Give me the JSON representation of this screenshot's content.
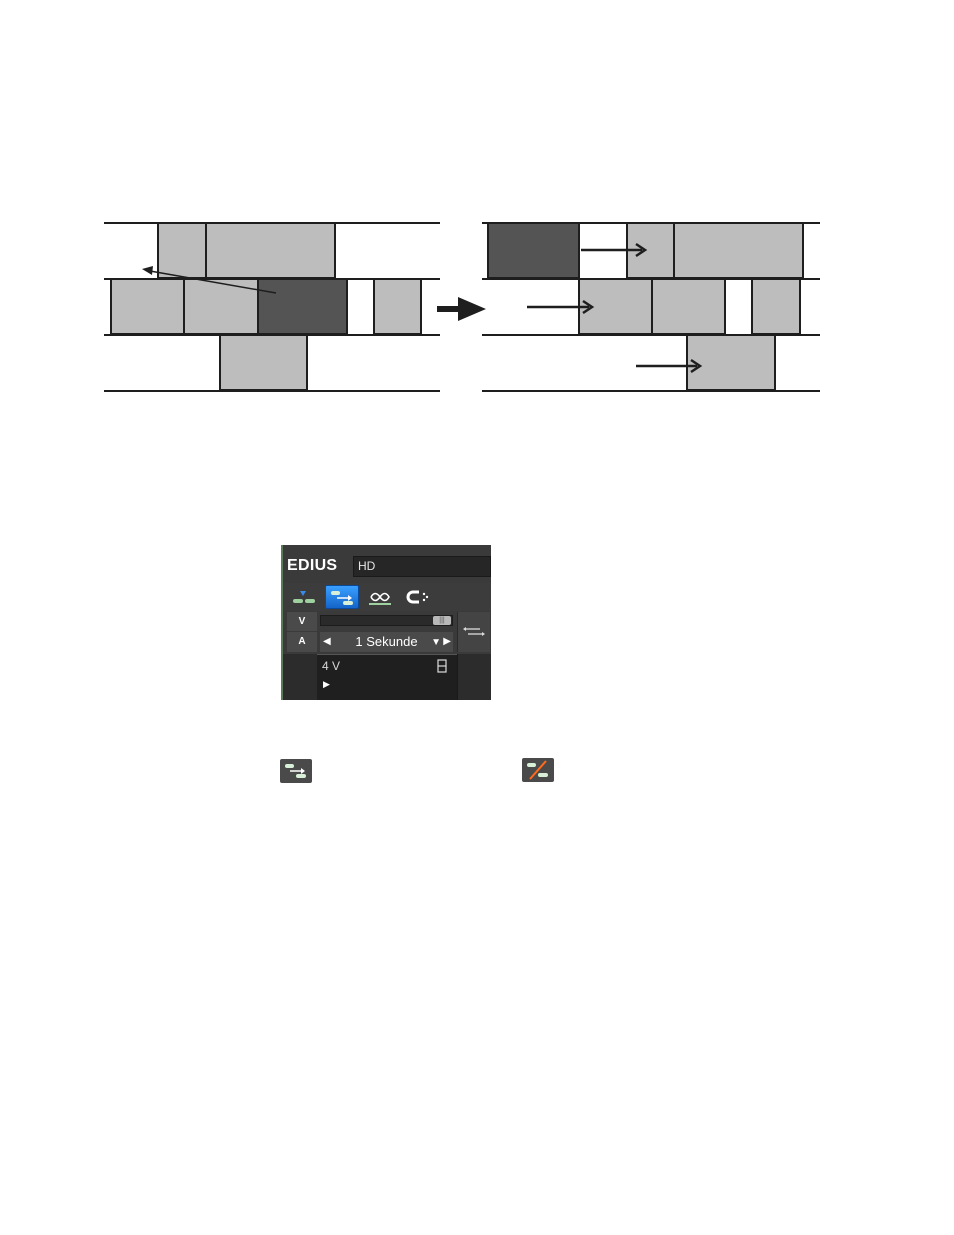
{
  "panel": {
    "logo": "EDIUS",
    "project_field": "HD",
    "toolbar_icons": [
      "track-icon",
      "ripple-icon",
      "loop-icon",
      "magnet-icon"
    ],
    "row_video_label": "V",
    "row_audio_label": "A",
    "timescale": "1 Sekunde",
    "track_name": "4 V"
  },
  "inline_icons": [
    "ripple-mode-on-icon",
    "ripple-mode-off-icon"
  ],
  "colors": {
    "clip_light": "#bdbdbd",
    "clip_dark": "#545454",
    "active_blue": "#1e7be0"
  }
}
